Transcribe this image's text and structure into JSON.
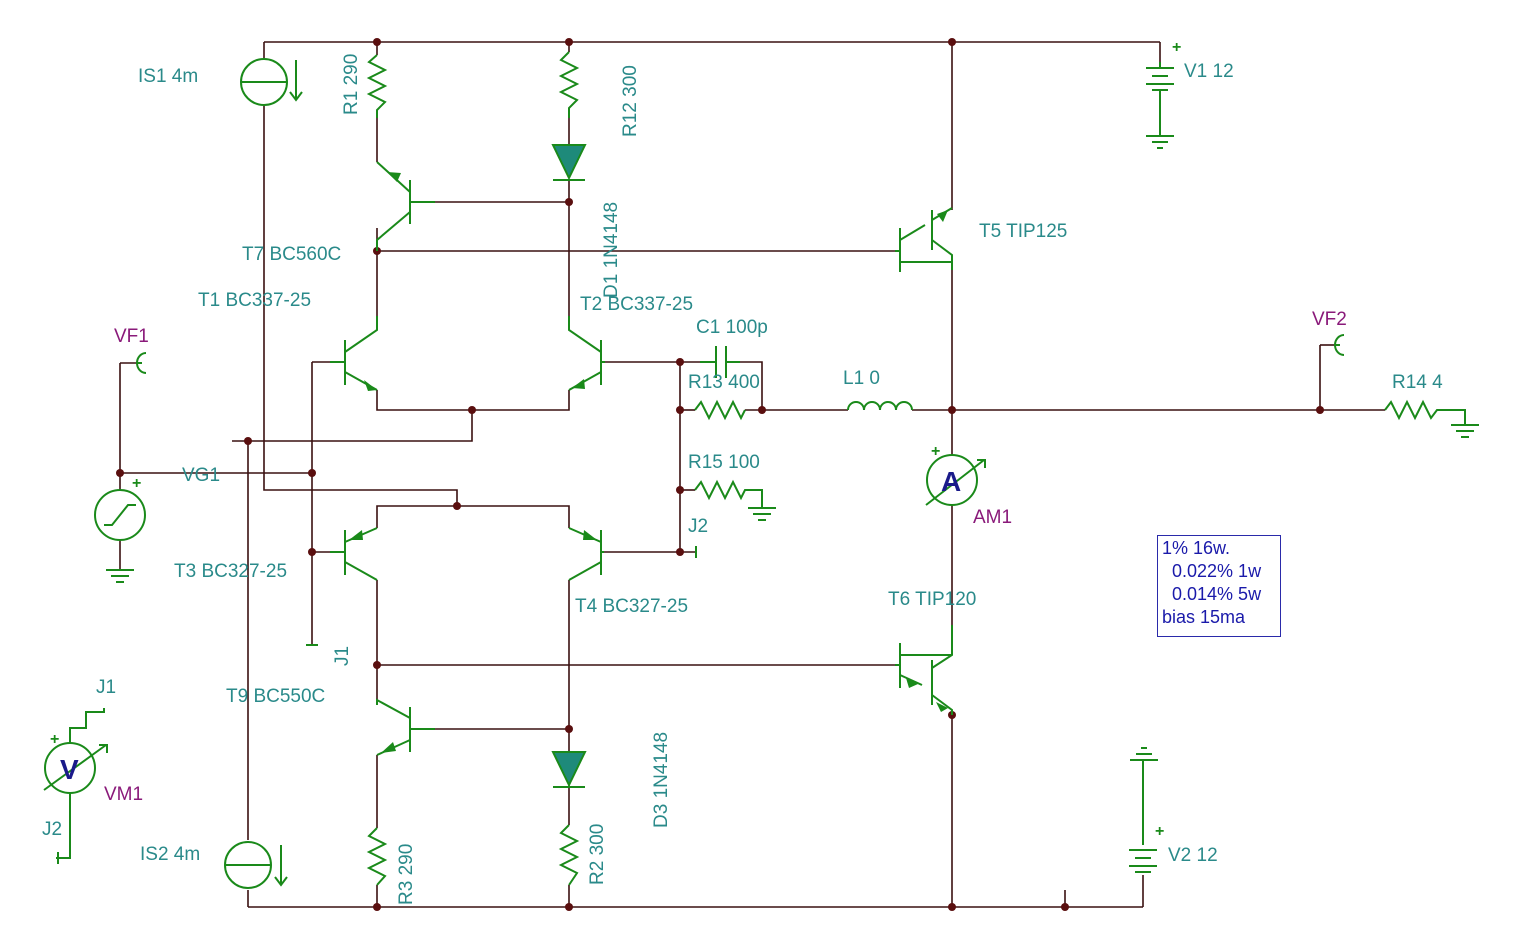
{
  "components": {
    "is1": "IS1 4m",
    "is2": "IS2 4m",
    "r1": "R1 290",
    "r12": "R12 300",
    "r2": "R2 300",
    "r3": "R3 290",
    "r13": "R13 400",
    "r14": "R14 4",
    "r15": "R15 100",
    "c1": "C1 100p",
    "l1": "L1 0",
    "d1": "D1 1N4148",
    "d3": "D3 1N4148",
    "t1": "T1 BC337-25",
    "t2": "T2 BC337-25",
    "t3": "T3 BC327-25",
    "t4": "T4 BC327-25",
    "t5": "T5 TIP125",
    "t6": "T6 TIP120",
    "t7": "T7 BC560C",
    "t9": "T9 BC550C",
    "v1": "V1 12",
    "v2": "V2 12",
    "vg1": "VG1",
    "vf1": "VF1",
    "vf2": "VF2",
    "am1": "AM1",
    "vm1": "VM1",
    "j1": "J1",
    "j1_meter": "J1",
    "j2": "J2",
    "j2_meter": "J2"
  },
  "meters": {
    "ammeter_symbol": "A",
    "voltmeter_symbol": "V"
  },
  "note": {
    "lines": [
      "1% 16w.",
      "  0.022% 1w",
      "  0.014% 5w",
      "bias 15ma"
    ]
  },
  "colors": {
    "wire": "#3a1010",
    "component": "#1a8a1a",
    "label": "#2a8a8a",
    "probe_label": "#8a1a7a",
    "note_text": "#1a1aaa"
  }
}
